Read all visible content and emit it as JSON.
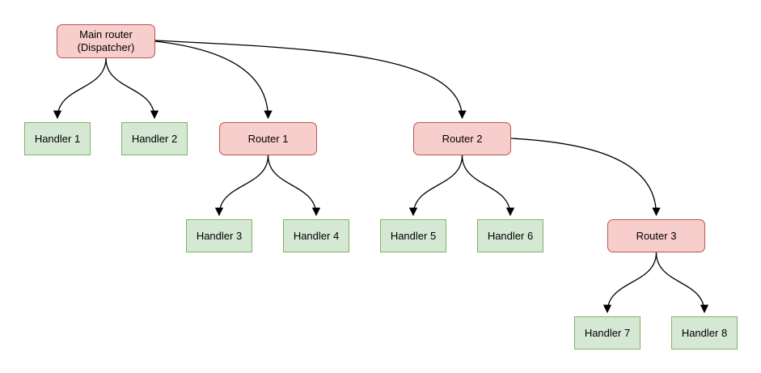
{
  "colors": {
    "router_fill": "#f8cecc",
    "router_border": "#b85450",
    "handler_fill": "#d5e8d4",
    "handler_border": "#82b366",
    "edge_stroke": "#000000",
    "background": "#ffffff"
  },
  "nodes": {
    "main": {
      "label": "Main router\n(Dispatcher)",
      "type": "router"
    },
    "handler1": {
      "label": "Handler 1",
      "type": "handler"
    },
    "handler2": {
      "label": "Handler 2",
      "type": "handler"
    },
    "router1": {
      "label": "Router 1",
      "type": "router"
    },
    "router2": {
      "label": "Router 2",
      "type": "router"
    },
    "handler3": {
      "label": "Handler 3",
      "type": "handler"
    },
    "handler4": {
      "label": "Handler 4",
      "type": "handler"
    },
    "handler5": {
      "label": "Handler 5",
      "type": "handler"
    },
    "handler6": {
      "label": "Handler 6",
      "type": "handler"
    },
    "router3": {
      "label": "Router 3",
      "type": "router"
    },
    "handler7": {
      "label": "Handler 7",
      "type": "handler"
    },
    "handler8": {
      "label": "Handler 8",
      "type": "handler"
    }
  },
  "edges": [
    {
      "from": "main",
      "to": "handler1"
    },
    {
      "from": "main",
      "to": "handler2"
    },
    {
      "from": "main",
      "to": "router1"
    },
    {
      "from": "main",
      "to": "router2"
    },
    {
      "from": "router1",
      "to": "handler3"
    },
    {
      "from": "router1",
      "to": "handler4"
    },
    {
      "from": "router2",
      "to": "handler5"
    },
    {
      "from": "router2",
      "to": "handler6"
    },
    {
      "from": "router2",
      "to": "router3"
    },
    {
      "from": "router3",
      "to": "handler7"
    },
    {
      "from": "router3",
      "to": "handler8"
    }
  ]
}
